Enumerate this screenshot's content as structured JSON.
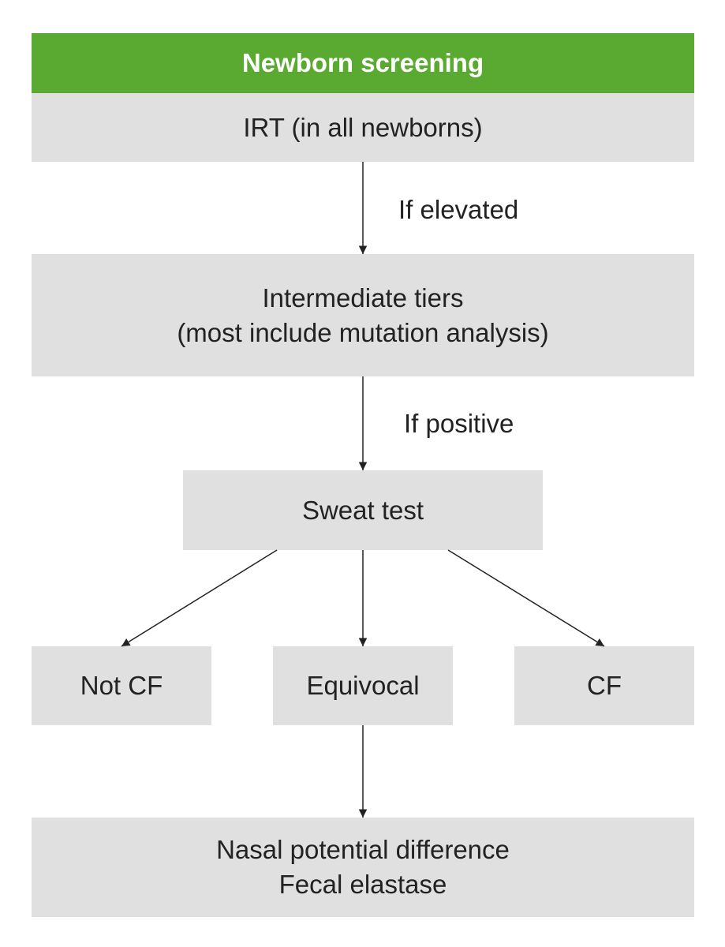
{
  "colors": {
    "header_bg": "#5aaa32",
    "box_bg": "#e0e0e0",
    "text": "#222222",
    "arrow": "#222222"
  },
  "header": {
    "title": "Newborn screening"
  },
  "nodes": {
    "irt": {
      "line1": "IRT (in all newborns)"
    },
    "intermediate": {
      "line1": "Intermediate tiers",
      "line2": "(most include mutation analysis)"
    },
    "sweat": {
      "line1": "Sweat test"
    },
    "not_cf": {
      "line1": "Not CF"
    },
    "equivocal": {
      "line1": "Equivocal"
    },
    "cf": {
      "line1": "CF"
    },
    "followup": {
      "line1": "Nasal potential difference",
      "line2": "Fecal elastase"
    }
  },
  "edges": {
    "irt_to_intermediate": "If elevated",
    "intermediate_to_sweat": "If positive"
  }
}
